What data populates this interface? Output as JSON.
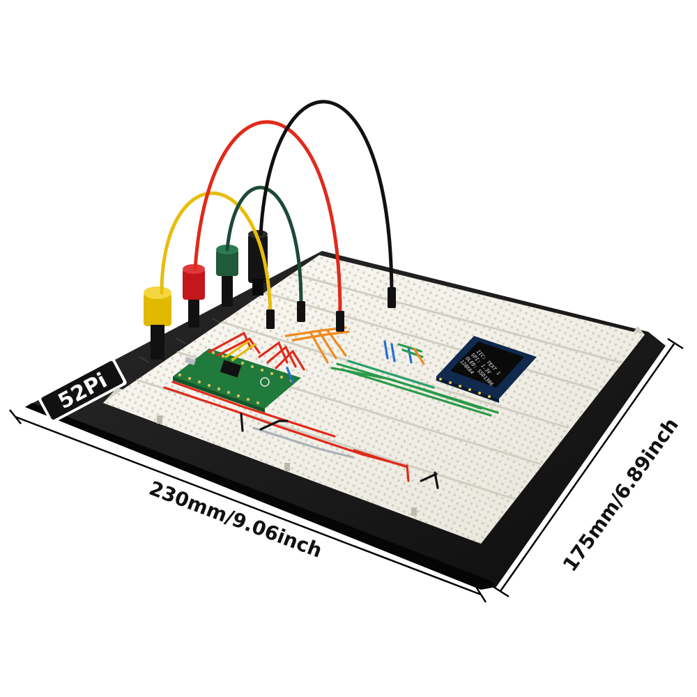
{
  "brand": {
    "logo_text": "52Pi"
  },
  "dimensions": {
    "width_label": "230mm/9.06inch",
    "depth_label": "175mm/6.89inch"
  },
  "oled": {
    "lines": [
      "IIC: TEXT 1",
      "SPI: 1.3V",
      "OLED: SSD1306",
      "128X64"
    ]
  },
  "colors": {
    "base_plate": "#1c1c1c",
    "breadboard": "#f4f2ea",
    "post_yellow": "#e0b900",
    "post_red": "#c4171b",
    "post_green": "#1f5a3a",
    "post_black": "#141414",
    "wire_yellow": "#e7bd0c",
    "wire_red": "#e02a1b",
    "wire_green": "#1d4a36",
    "wire_black": "#111111",
    "pico_board": "#1f7a3c",
    "oled_panel": "#10294d"
  },
  "binding_posts": [
    {
      "color_name": "yellow",
      "icon": "binding-post-icon"
    },
    {
      "color_name": "red",
      "icon": "binding-post-icon"
    },
    {
      "color_name": "green",
      "icon": "binding-post-icon"
    },
    {
      "color_name": "black",
      "icon": "binding-post-icon"
    }
  ]
}
